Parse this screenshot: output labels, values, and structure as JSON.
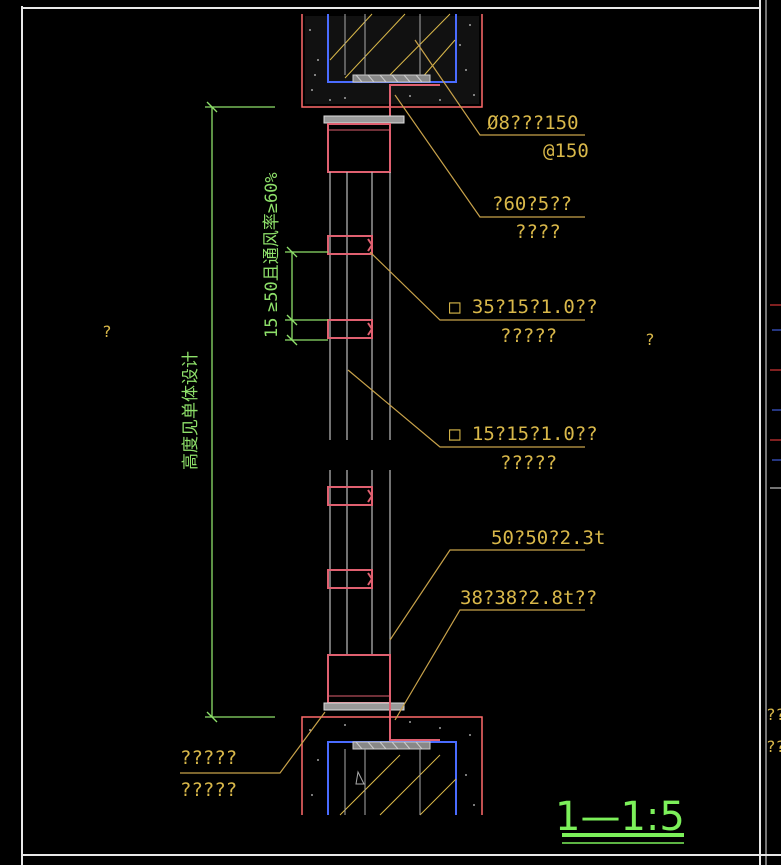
{
  "drawing": {
    "scale_label": "1—1:5",
    "question_left": "?",
    "question_right": "?",
    "height_note": "高度见单体设计",
    "vent_note": "≥50且通风率≥60%",
    "dim_15": "15",
    "right_marks": [
      "??",
      "??"
    ],
    "callouts": [
      {
        "id": "bolt",
        "line1": "Ø8???150",
        "line2": "@150"
      },
      {
        "id": "angle",
        "line1": "?60?5??",
        "line2": "????"
      },
      {
        "id": "tube-35",
        "line1": "□ 35?15?1.0??",
        "line2": "?????"
      },
      {
        "id": "tube-15",
        "line1": "□ 15?15?1.0??",
        "line2": "?????"
      },
      {
        "id": "frame-50",
        "line1": "50?50?2.3t",
        "line2": ""
      },
      {
        "id": "frame-38",
        "line1": "38?38?2.8t??",
        "line2": ""
      },
      {
        "id": "base",
        "line1": "?????",
        "line2": "?????"
      }
    ]
  },
  "colors": {
    "frame": "#e8e8e8",
    "concrete": "#ff6b6b",
    "steel": "#e06070",
    "leader": "#c8a24a",
    "dimension": "#8ee06a",
    "rebar_blue": "#4a6cff"
  }
}
